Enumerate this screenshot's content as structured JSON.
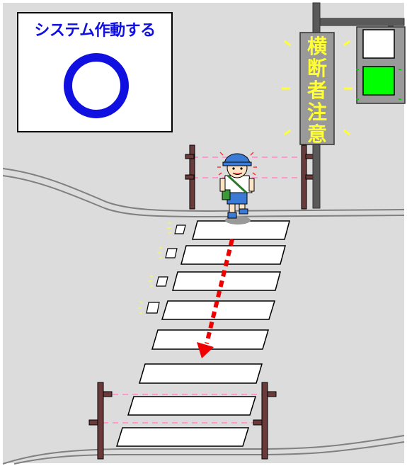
{
  "status_panel": {
    "title": "システム作動する",
    "symbol": "○"
  },
  "warning_sign": {
    "chars": [
      "横",
      "断",
      "者",
      "注",
      "意"
    ]
  },
  "signal": {
    "active_lamp": "green",
    "colors": {
      "green": "#00ff00",
      "off": "#ffffff"
    }
  },
  "colors": {
    "ground": "#dcdcdc",
    "zebra": "#ffffff",
    "post": "#6b3a3a",
    "sensor_beam": "#ff99cc",
    "arrow": "#ee0000",
    "sign_body": "#999999",
    "sign_text": "#ffff33",
    "pole": "#5a5a5a",
    "status_blue": "#1010e0"
  },
  "icons": [
    "pedestrian-child-icon",
    "walking-direction-arrow-icon",
    "footprint-icon"
  ]
}
